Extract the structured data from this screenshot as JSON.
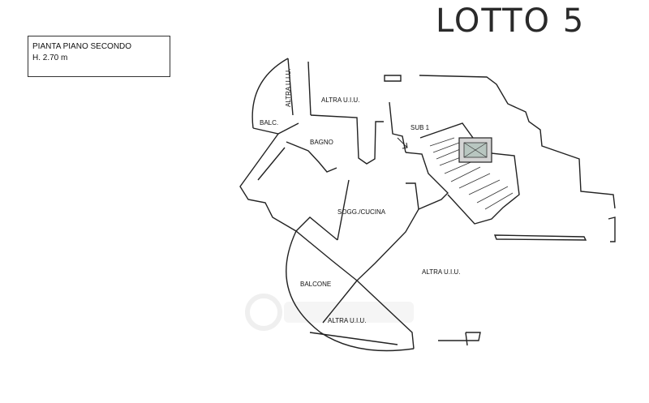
{
  "header": {
    "plan_title": "PIANTA PIANO SECONDO",
    "height": "H. 2.70 m",
    "lot_label": "LOTTO 5"
  },
  "rooms": {
    "altra_uiu_vertical": "ALTRA U.I.U.",
    "altra_uiu_top": "ALTRA U.I.U.",
    "balc": "BALC.",
    "bagno": "BAGNO",
    "sub": "SUB 1",
    "soggiorno_cucina": "SOGG./CUCINA",
    "balcone": "BALCONE",
    "altra_uiu_right": "ALTRA U.I.U.",
    "altra_uiu_bottom": "ALTRA U.I.U."
  },
  "colors": {
    "wall": "#222222",
    "stair": "#333333",
    "watermark": "#e6e6e6"
  }
}
